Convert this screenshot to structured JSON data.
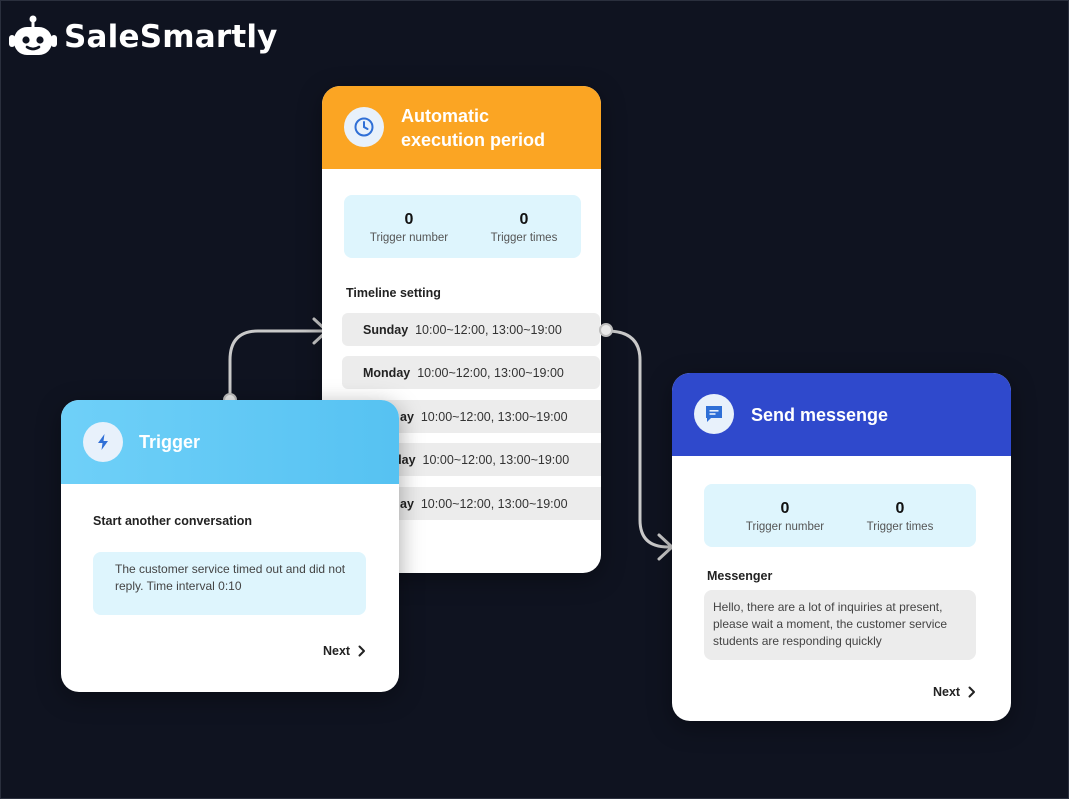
{
  "brand": {
    "name": "SaleSmartly"
  },
  "colors": {
    "background": "#0f1320",
    "execution_header": "#fba523",
    "trigger_header": "#5bc7f5",
    "send_header": "#2f49cc",
    "connector": "#c9c9c9"
  },
  "execution_card": {
    "title_line1": "Automatic",
    "title_line2": "execution period",
    "icon": "clock-icon",
    "stats": [
      {
        "value": "0",
        "label": "Trigger number"
      },
      {
        "value": "0",
        "label": "Trigger times"
      }
    ],
    "timeline_title": "Timeline setting",
    "timeline": [
      {
        "day": "Sunday",
        "hours": "10:00~12:00, 13:00~19:00"
      },
      {
        "day": "Monday",
        "hours": "10:00~12:00, 13:00~19:00"
      },
      {
        "day": "ay",
        "hours": "10:00~12:00, 13:00~19:00"
      },
      {
        "day": "day",
        "hours": "10:00~12:00, 13:00~19:00"
      },
      {
        "day": "ay",
        "hours": "10:00~12:00, 13:00~19:00"
      }
    ]
  },
  "trigger_card": {
    "title": "Trigger",
    "icon": "lightning-icon",
    "section_title": "Start another conversation",
    "message": "The customer service timed out and did not reply. Time interval 0:10",
    "next_label": "Next"
  },
  "send_card": {
    "title": "Send messenge",
    "icon": "message-icon",
    "stats": [
      {
        "value": "0",
        "label": "Trigger number"
      },
      {
        "value": "0",
        "label": "Trigger times"
      }
    ],
    "section_title": "Messenger",
    "message": "Hello, there are a lot of inquiries at present, please wait a moment, the customer service students are responding quickly",
    "next_label": "Next"
  }
}
